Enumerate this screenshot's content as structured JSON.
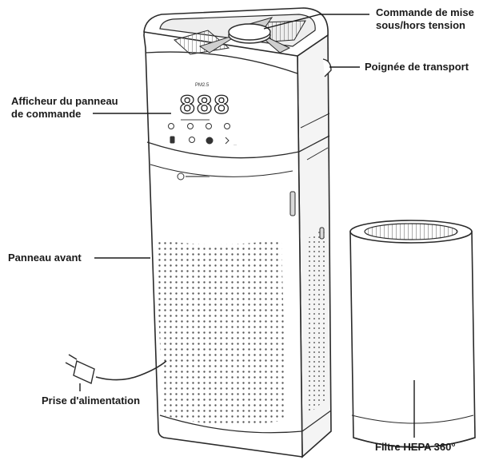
{
  "labels": {
    "power_line1": "Commande de mise",
    "power_line2": "sous/hors tension",
    "handle": "Poignée de transport",
    "display_line1": "Afficheur du panneau",
    "display_line2": "de commande",
    "front_panel": "Panneau avant",
    "plug": "Prise d'alimentation",
    "filter": "Filtre HEPA 360°"
  },
  "display": {
    "digits": "888",
    "unit": "PM2.5"
  },
  "colors": {
    "line": "#1a1a1a",
    "outline": "#2a2a2a",
    "fill": "#ffffff",
    "shade": "#d9d9d9",
    "dots": "#555555"
  },
  "icons": [
    "power-icon",
    "fan-icon",
    "timer-icon",
    "light-icon",
    "mode-icon",
    "lock-icon",
    "filter-icon",
    "brand-logo-icon"
  ]
}
